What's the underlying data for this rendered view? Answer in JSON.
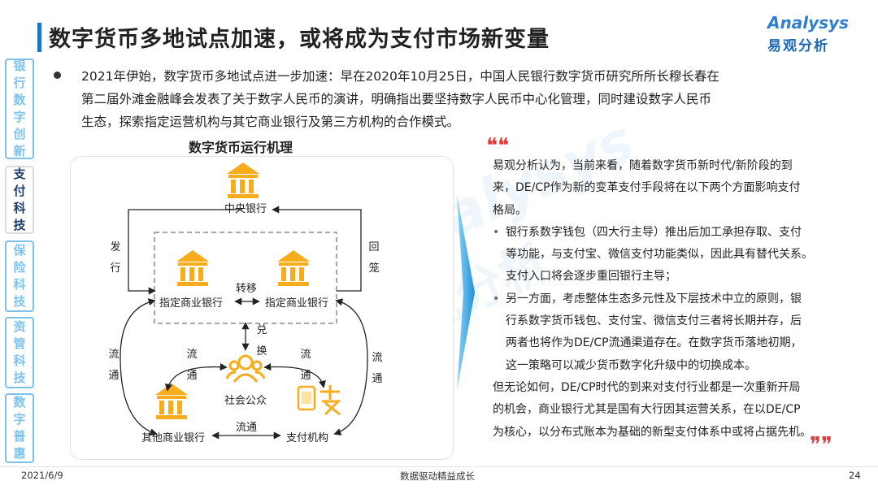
{
  "title": "数字货币多地试点加速，或将成为支付市场新变量",
  "logo": {
    "en": "Analysys",
    "cn": "易观分析"
  },
  "sidebar": {
    "items": [
      {
        "label": "银行数字创新",
        "active": false
      },
      {
        "label": "支付科技",
        "active": true
      },
      {
        "label": "保险科技",
        "active": false
      },
      {
        "label": "资管科技",
        "active": false
      },
      {
        "label": "数字普惠",
        "active": false
      }
    ]
  },
  "intro": {
    "lines": [
      "2021年伊始，数字货币多地试点进一步加速：早在2020年10月25日，中国人民银行数字货币研究所所长穆长春在",
      "第二届外滩金融峰会发表了关于数字人民币的演讲，明确指出要坚持数字人民币中心化管理，同时建设数字人民币",
      "生态，探索指定运营机构与其它商业银行及第三方机构的合作模式。"
    ]
  },
  "diagram": {
    "title": "数字货币运行机理",
    "nodes": {
      "central_bank": "中央银行",
      "designated_bank_left": "指定商业银行",
      "designated_bank_right": "指定商业银行",
      "public": "社会公众",
      "other_banks": "其他商业银行",
      "payment_institution": "支付机构"
    },
    "edges": {
      "issue": "发行",
      "recall": "回笼",
      "transfer": "转移",
      "exchange": "兑换",
      "circulate": "流通"
    }
  },
  "analysis": {
    "intro_lines": [
      "易观分析认为，当前来看，随着数字货币新时代/新阶段的到",
      "来，DE/CP作为新的变革支付手段将在以下两个方面影响支付",
      "格局。"
    ],
    "bullets": [
      {
        "lines": [
          "银行系数字钱包（四大行主导）推出后加工承担存取、支付",
          "等功能，与支付宝、微信支付功能类似，因此具有替代关系。",
          "支付入口将会逐步重回银行主导；"
        ]
      },
      {
        "lines": [
          "另一方面，考虑整体生态多元性及下层技术中立的原则，银",
          "行系数字货币钱包、支付宝、微信支付三者将长期并存，后",
          "两者也将作为DE/CP流通渠道存在。在数字货币落地初期，",
          "这一策略可以减少货币数字化升级中的切换成本。"
        ]
      }
    ],
    "conclusion_lines": [
      "但无论如何，DE/CP时代的到来对支付行业都是一次重新开局",
      "的机会，商业银行尤其是国有大行因其运营关系，在以DE/CP",
      "为核心，以分布式账本为基础的新型支付体系中或将占据先机。"
    ]
  },
  "footer": {
    "date": "2021/6/9",
    "slogan": "数据驱动精益成长",
    "page": "24"
  },
  "colors": {
    "accent": "#1a73c7",
    "sidebar": "#7fc3ec",
    "icon_gold": "#f7ad1b",
    "quote": "#e23b3b"
  }
}
